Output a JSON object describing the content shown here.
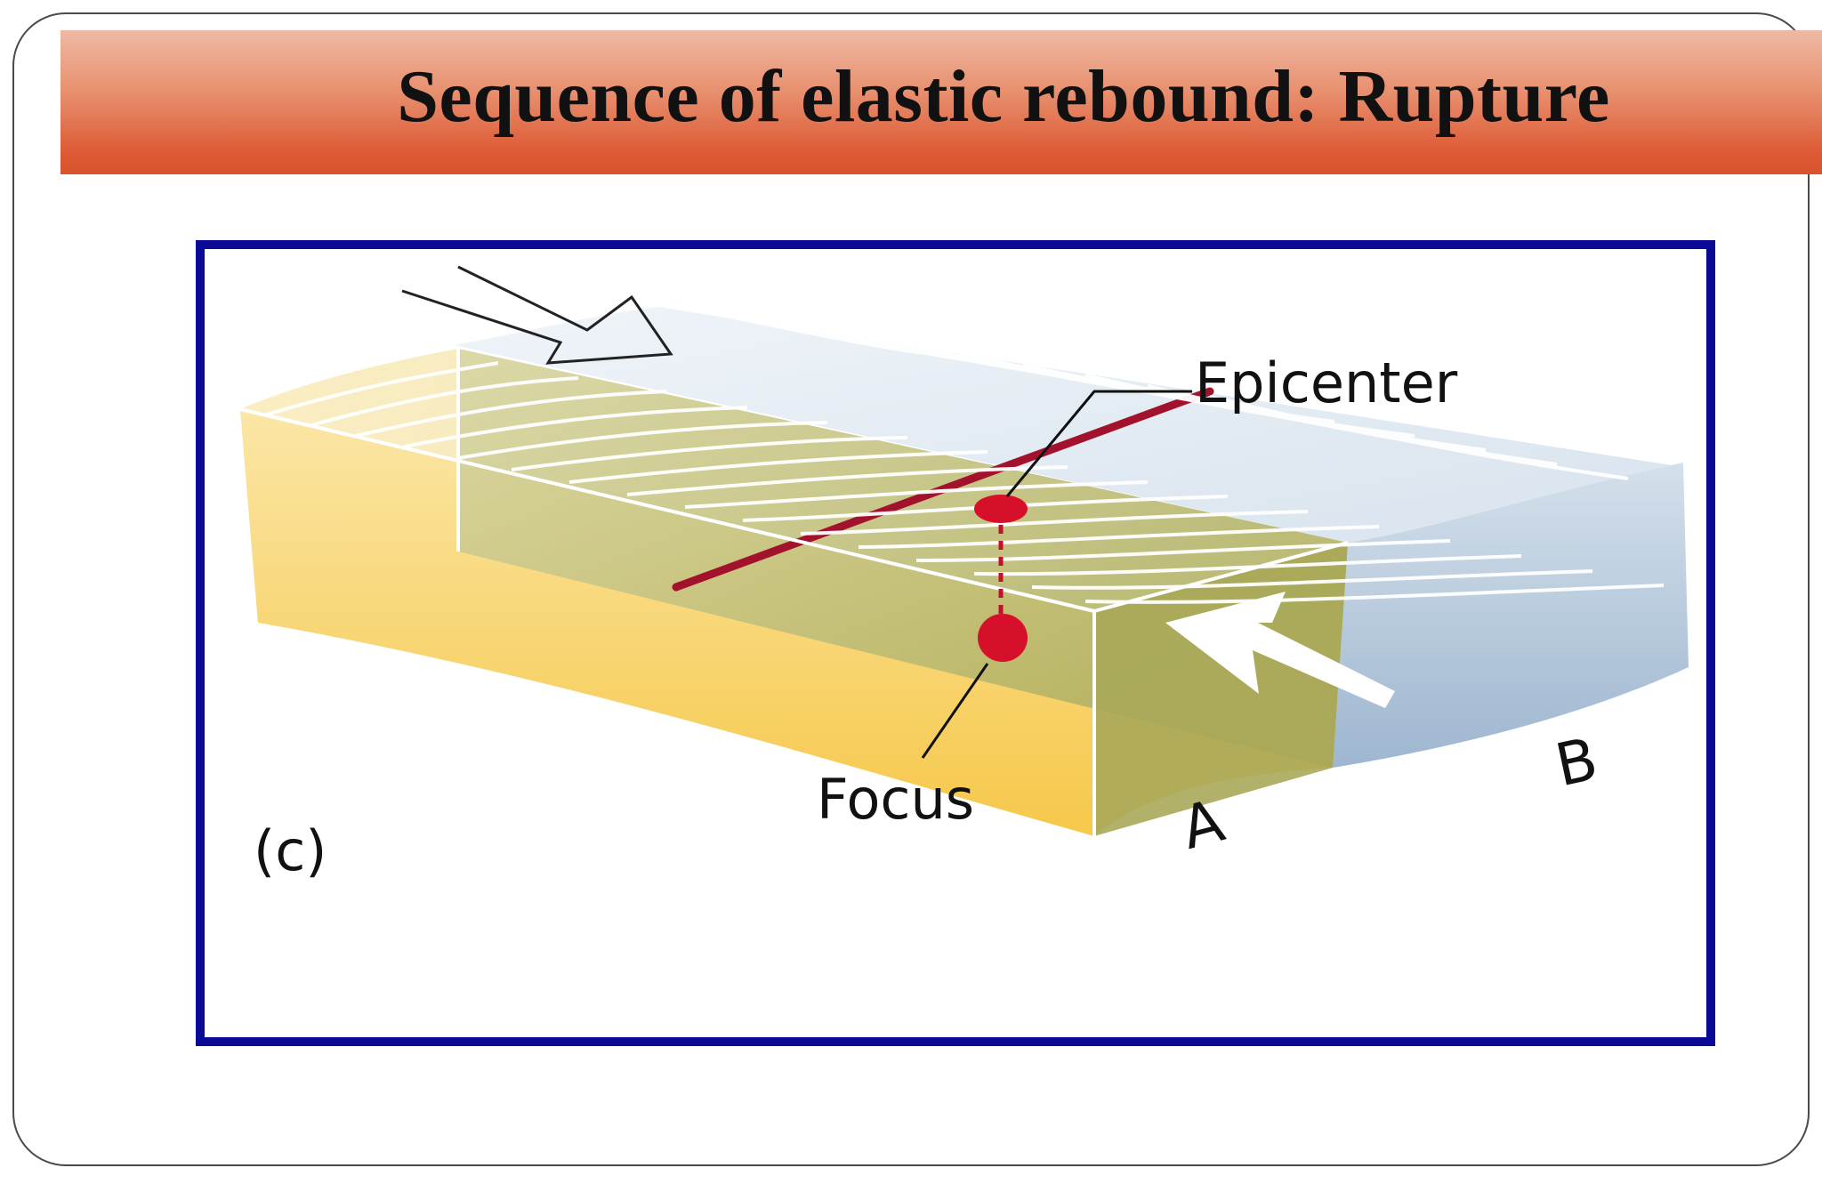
{
  "slide": {
    "title": "Sequence of elastic rebound: Rupture"
  },
  "diagram": {
    "labels": {
      "epicenter": "Epicenter",
      "focus": "Focus",
      "panel": "(c)",
      "block_a": "A",
      "block_b": "B"
    },
    "colors": {
      "title_bar_top": "#efb9a4",
      "title_bar_bottom": "#d9532b",
      "frame_border": "#0a0a96",
      "block_a_front": "#f6cc55",
      "block_a_top": "#e9e3b4",
      "block_b": "#bcd0e2",
      "fault_face": "#a9aa58",
      "fault_line": "#a3122c",
      "rupture_marker": "#d6102a"
    },
    "icons": [
      "arrow-icon-top-left",
      "arrow-icon-bottom-right"
    ]
  }
}
